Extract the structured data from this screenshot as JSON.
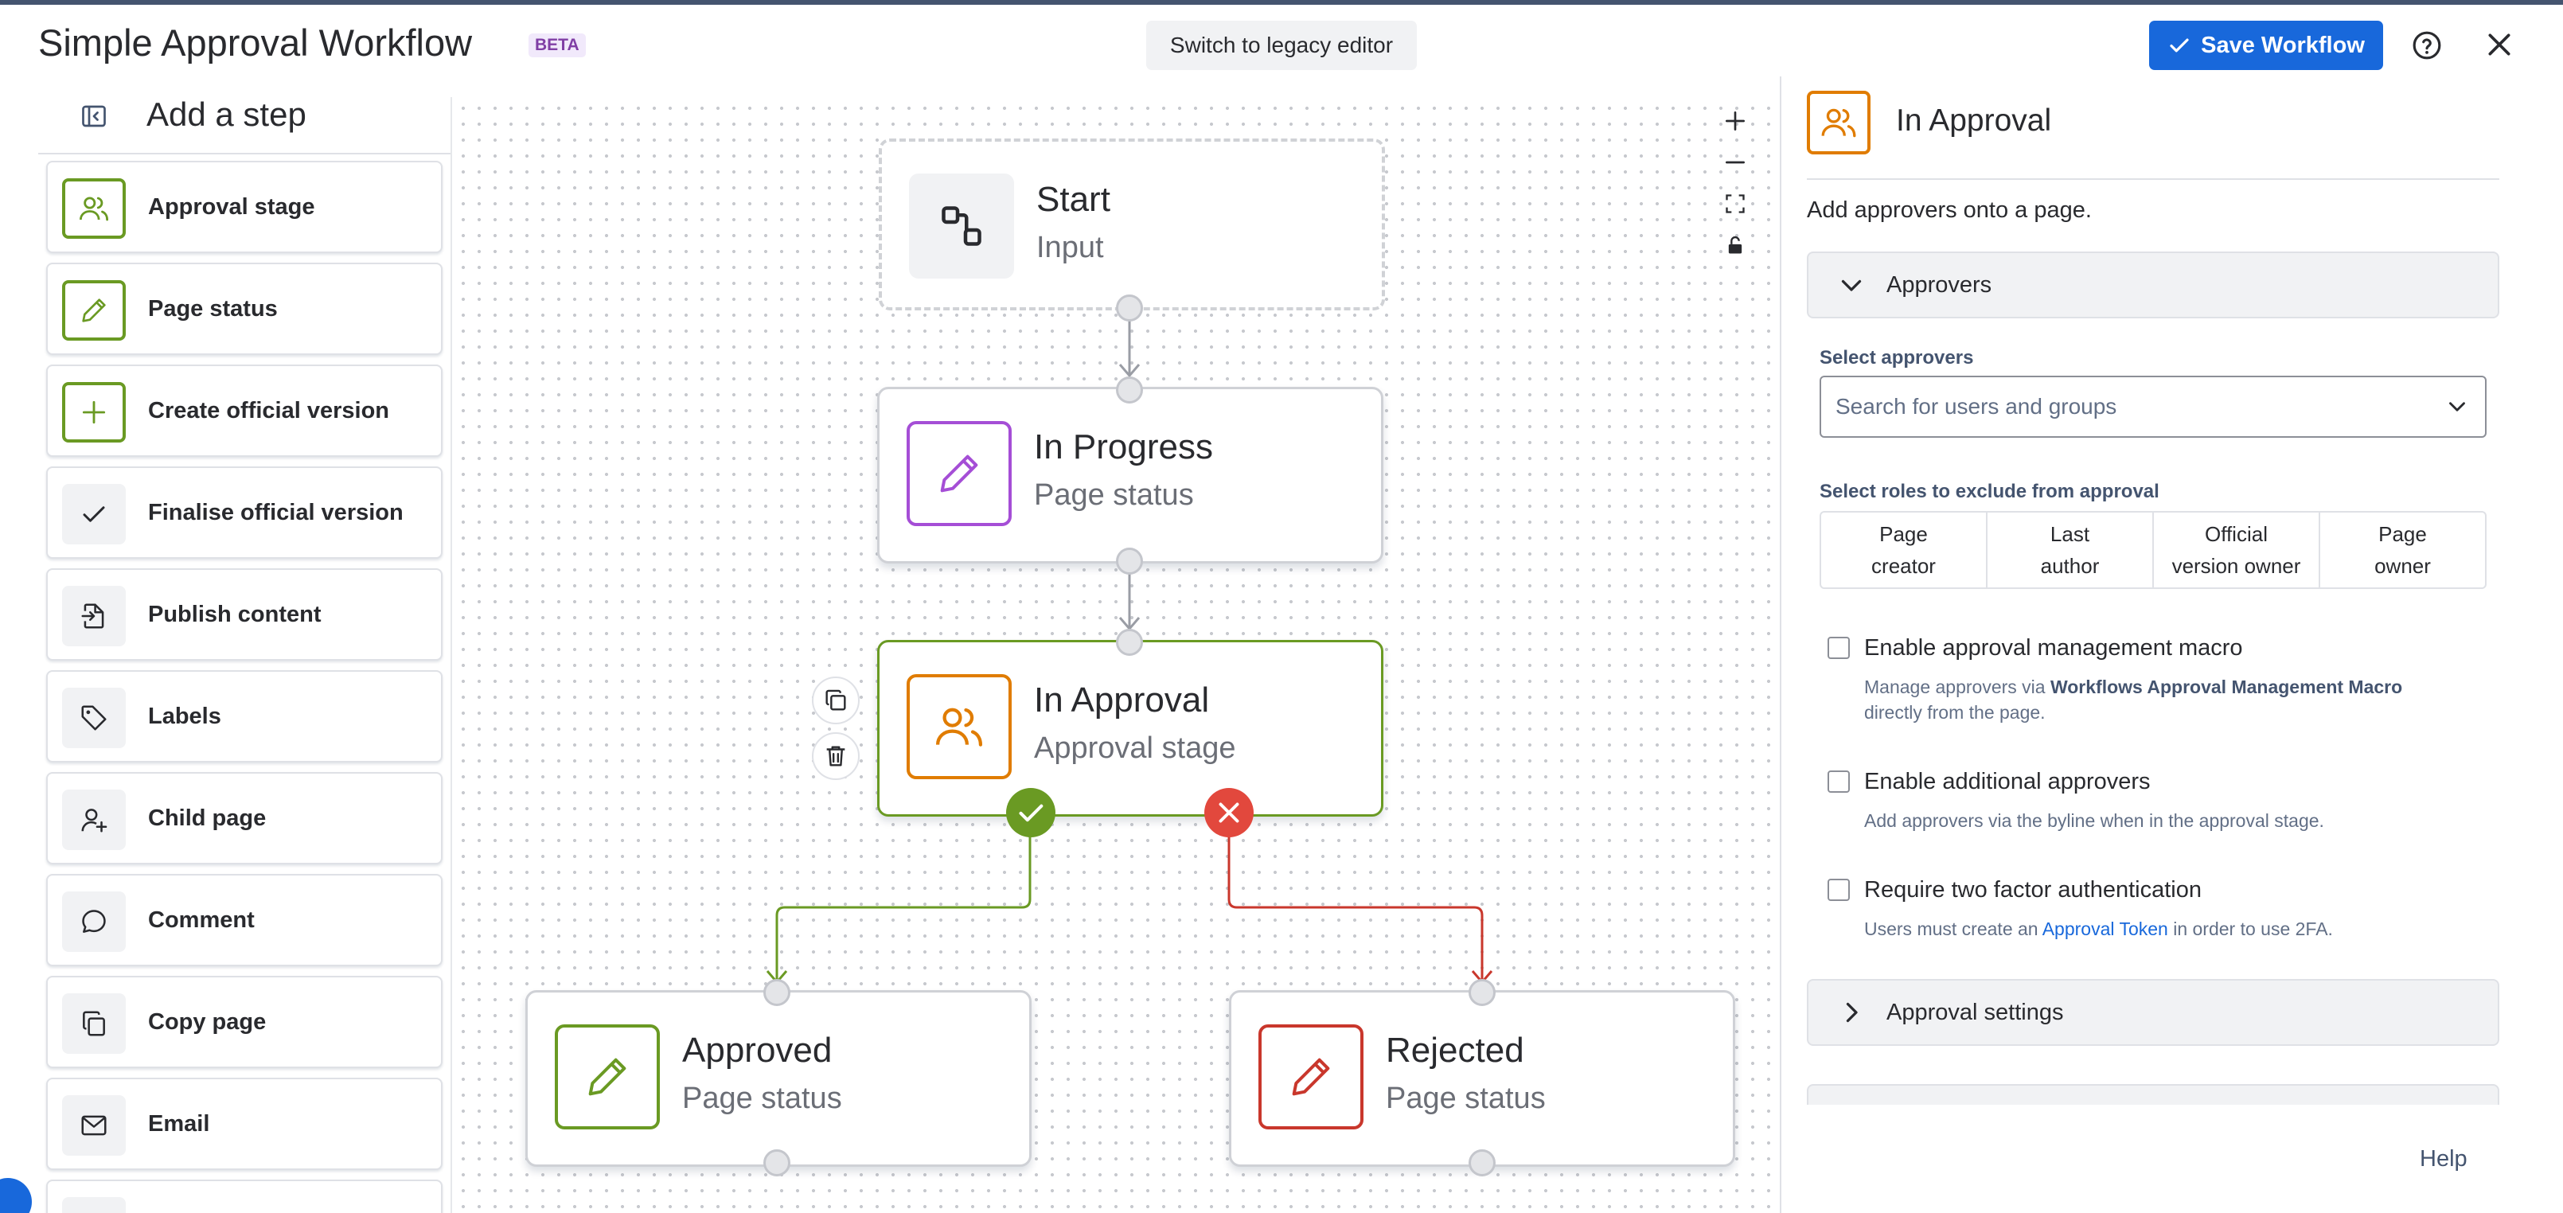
{
  "header": {
    "title": "Simple Approval Workflow",
    "badge": "BETA",
    "legacy_button": "Switch to legacy editor",
    "save_button": "Save Workflow"
  },
  "left_panel": {
    "title": "Add a step",
    "items": [
      {
        "label": "Approval stage",
        "icon": "users-icon"
      },
      {
        "label": "Page status",
        "icon": "pencil-icon"
      },
      {
        "label": "Create official version",
        "icon": "plus-icon"
      },
      {
        "label": "Finalise official version",
        "icon": "check-icon"
      },
      {
        "label": "Publish content",
        "icon": "publish-icon"
      },
      {
        "label": "Labels",
        "icon": "tag-icon"
      },
      {
        "label": "Child page",
        "icon": "user-add-icon"
      },
      {
        "label": "Comment",
        "icon": "comment-icon"
      },
      {
        "label": "Copy page",
        "icon": "copy-icon"
      },
      {
        "label": "Email",
        "icon": "email-icon"
      }
    ]
  },
  "canvas": {
    "nodes": [
      {
        "title": "Start",
        "subtitle": "Input"
      },
      {
        "title": "In Progress",
        "subtitle": "Page status"
      },
      {
        "title": "In Approval",
        "subtitle": "Approval stage"
      },
      {
        "title": "Approved",
        "subtitle": "Page status"
      },
      {
        "title": "Rejected",
        "subtitle": "Page status"
      }
    ]
  },
  "right_panel": {
    "title": "In Approval",
    "description": "Add approvers onto a page.",
    "approvers_section": "Approvers",
    "select_approvers_label": "Select approvers",
    "search_placeholder": "Search for users and groups",
    "exclude_label": "Select roles to exclude from approval",
    "roles": [
      {
        "line1": "Page",
        "line2": "creator"
      },
      {
        "line1": "Last",
        "line2": "author"
      },
      {
        "line1": "Official",
        "line2": "version owner"
      },
      {
        "line1": "Page",
        "line2": "owner"
      }
    ],
    "options": {
      "macro": {
        "label": "Enable approval management macro",
        "desc_pre": "Manage approvers via ",
        "desc_bold": "Workflows Approval Management Macro",
        "desc_line2": "directly from the page."
      },
      "additional": {
        "label": "Enable additional approvers",
        "desc": "Add approvers via the byline when in the approval stage."
      },
      "twofa": {
        "label": "Require two factor authentication",
        "desc_pre": "Users must create an ",
        "desc_link": "Approval Token",
        "desc_post": " in order to use 2FA."
      }
    },
    "settings_section": "Approval settings",
    "help": "Help"
  },
  "colors": {
    "primary": "#1868db",
    "green": "#6a9a23",
    "orange": "#e07c00",
    "purple": "#a54ed6",
    "red": "#c9372c"
  }
}
